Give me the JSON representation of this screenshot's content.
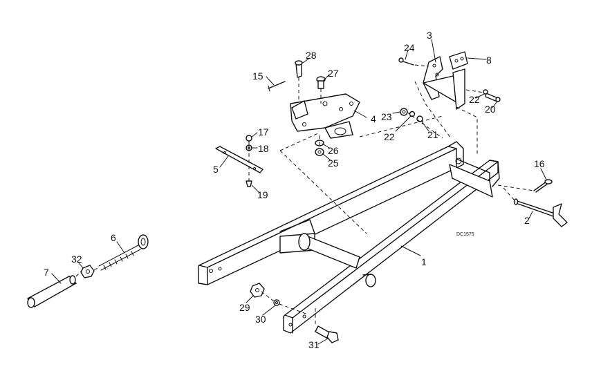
{
  "diagram_code": "DC1575",
  "callouts": [
    {
      "id": "1",
      "text": "1"
    },
    {
      "id": "2",
      "text": "2"
    },
    {
      "id": "3",
      "text": "3"
    },
    {
      "id": "4",
      "text": "4"
    },
    {
      "id": "5",
      "text": "5"
    },
    {
      "id": "6",
      "text": "6"
    },
    {
      "id": "7",
      "text": "7"
    },
    {
      "id": "8",
      "text": "8"
    },
    {
      "id": "15",
      "text": "15"
    },
    {
      "id": "16",
      "text": "16"
    },
    {
      "id": "17",
      "text": "17"
    },
    {
      "id": "18",
      "text": "18"
    },
    {
      "id": "19",
      "text": "19"
    },
    {
      "id": "20",
      "text": "20"
    },
    {
      "id": "21",
      "text": "21"
    },
    {
      "id": "22a",
      "text": "22"
    },
    {
      "id": "22b",
      "text": "22"
    },
    {
      "id": "23",
      "text": "23"
    },
    {
      "id": "24",
      "text": "24"
    },
    {
      "id": "25",
      "text": "25"
    },
    {
      "id": "26",
      "text": "26"
    },
    {
      "id": "27",
      "text": "27"
    },
    {
      "id": "28",
      "text": "28"
    },
    {
      "id": "29",
      "text": "29"
    },
    {
      "id": "30",
      "text": "30"
    },
    {
      "id": "31",
      "text": "31"
    },
    {
      "id": "32",
      "text": "32"
    }
  ]
}
